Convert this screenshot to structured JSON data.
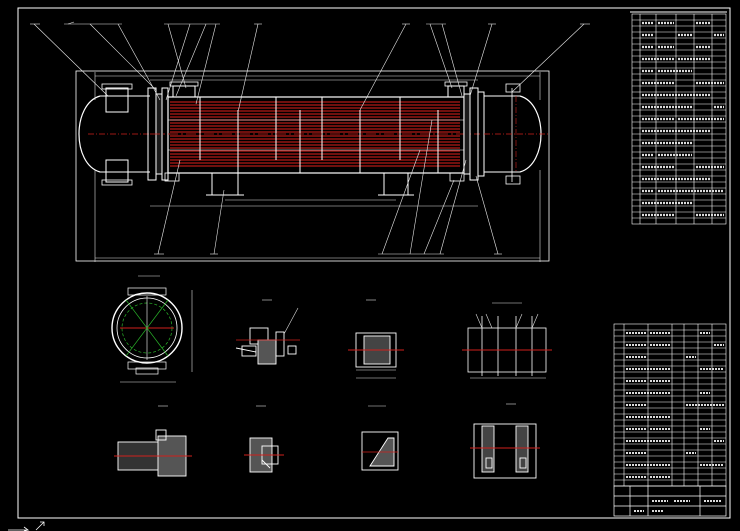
{
  "app": {
    "background": "#000000",
    "colors": {
      "frame": "#ffffff",
      "tube": "#e0201c",
      "centerline": "#d0201c",
      "leader": "#e8e8e8",
      "hatch": "#bbbbbb",
      "table_line": "#ffffff"
    }
  },
  "main_view": {
    "balloons_top": [
      "1",
      "2",
      "3",
      "4",
      "5",
      "6",
      "7",
      "8",
      "9",
      "10",
      "11",
      "12",
      "13",
      "14"
    ],
    "balloons_bottom": [
      "15",
      "16",
      "17",
      "18",
      "19",
      "20",
      "21"
    ]
  },
  "detail_views": [
    {
      "id": "section-a",
      "icon": "circle-section-icon"
    },
    {
      "id": "detail-i",
      "icon": "flange-detail-icon"
    },
    {
      "id": "detail-ii",
      "icon": "nozzle-detail-icon"
    },
    {
      "id": "detail-baffle",
      "icon": "baffle-detail-icon"
    },
    {
      "id": "detail-iii",
      "icon": "weld-detail-icon"
    },
    {
      "id": "detail-iv",
      "icon": "gasket-detail-icon"
    },
    {
      "id": "detail-v",
      "icon": "support-detail-icon"
    },
    {
      "id": "detail-vi",
      "icon": "tierod-detail-icon"
    }
  ],
  "tables": {
    "tech_spec_rows": 34,
    "parts_list_rows": 26,
    "title_block_rows": 3
  },
  "ucs_icon": "ucs-axis-icon"
}
